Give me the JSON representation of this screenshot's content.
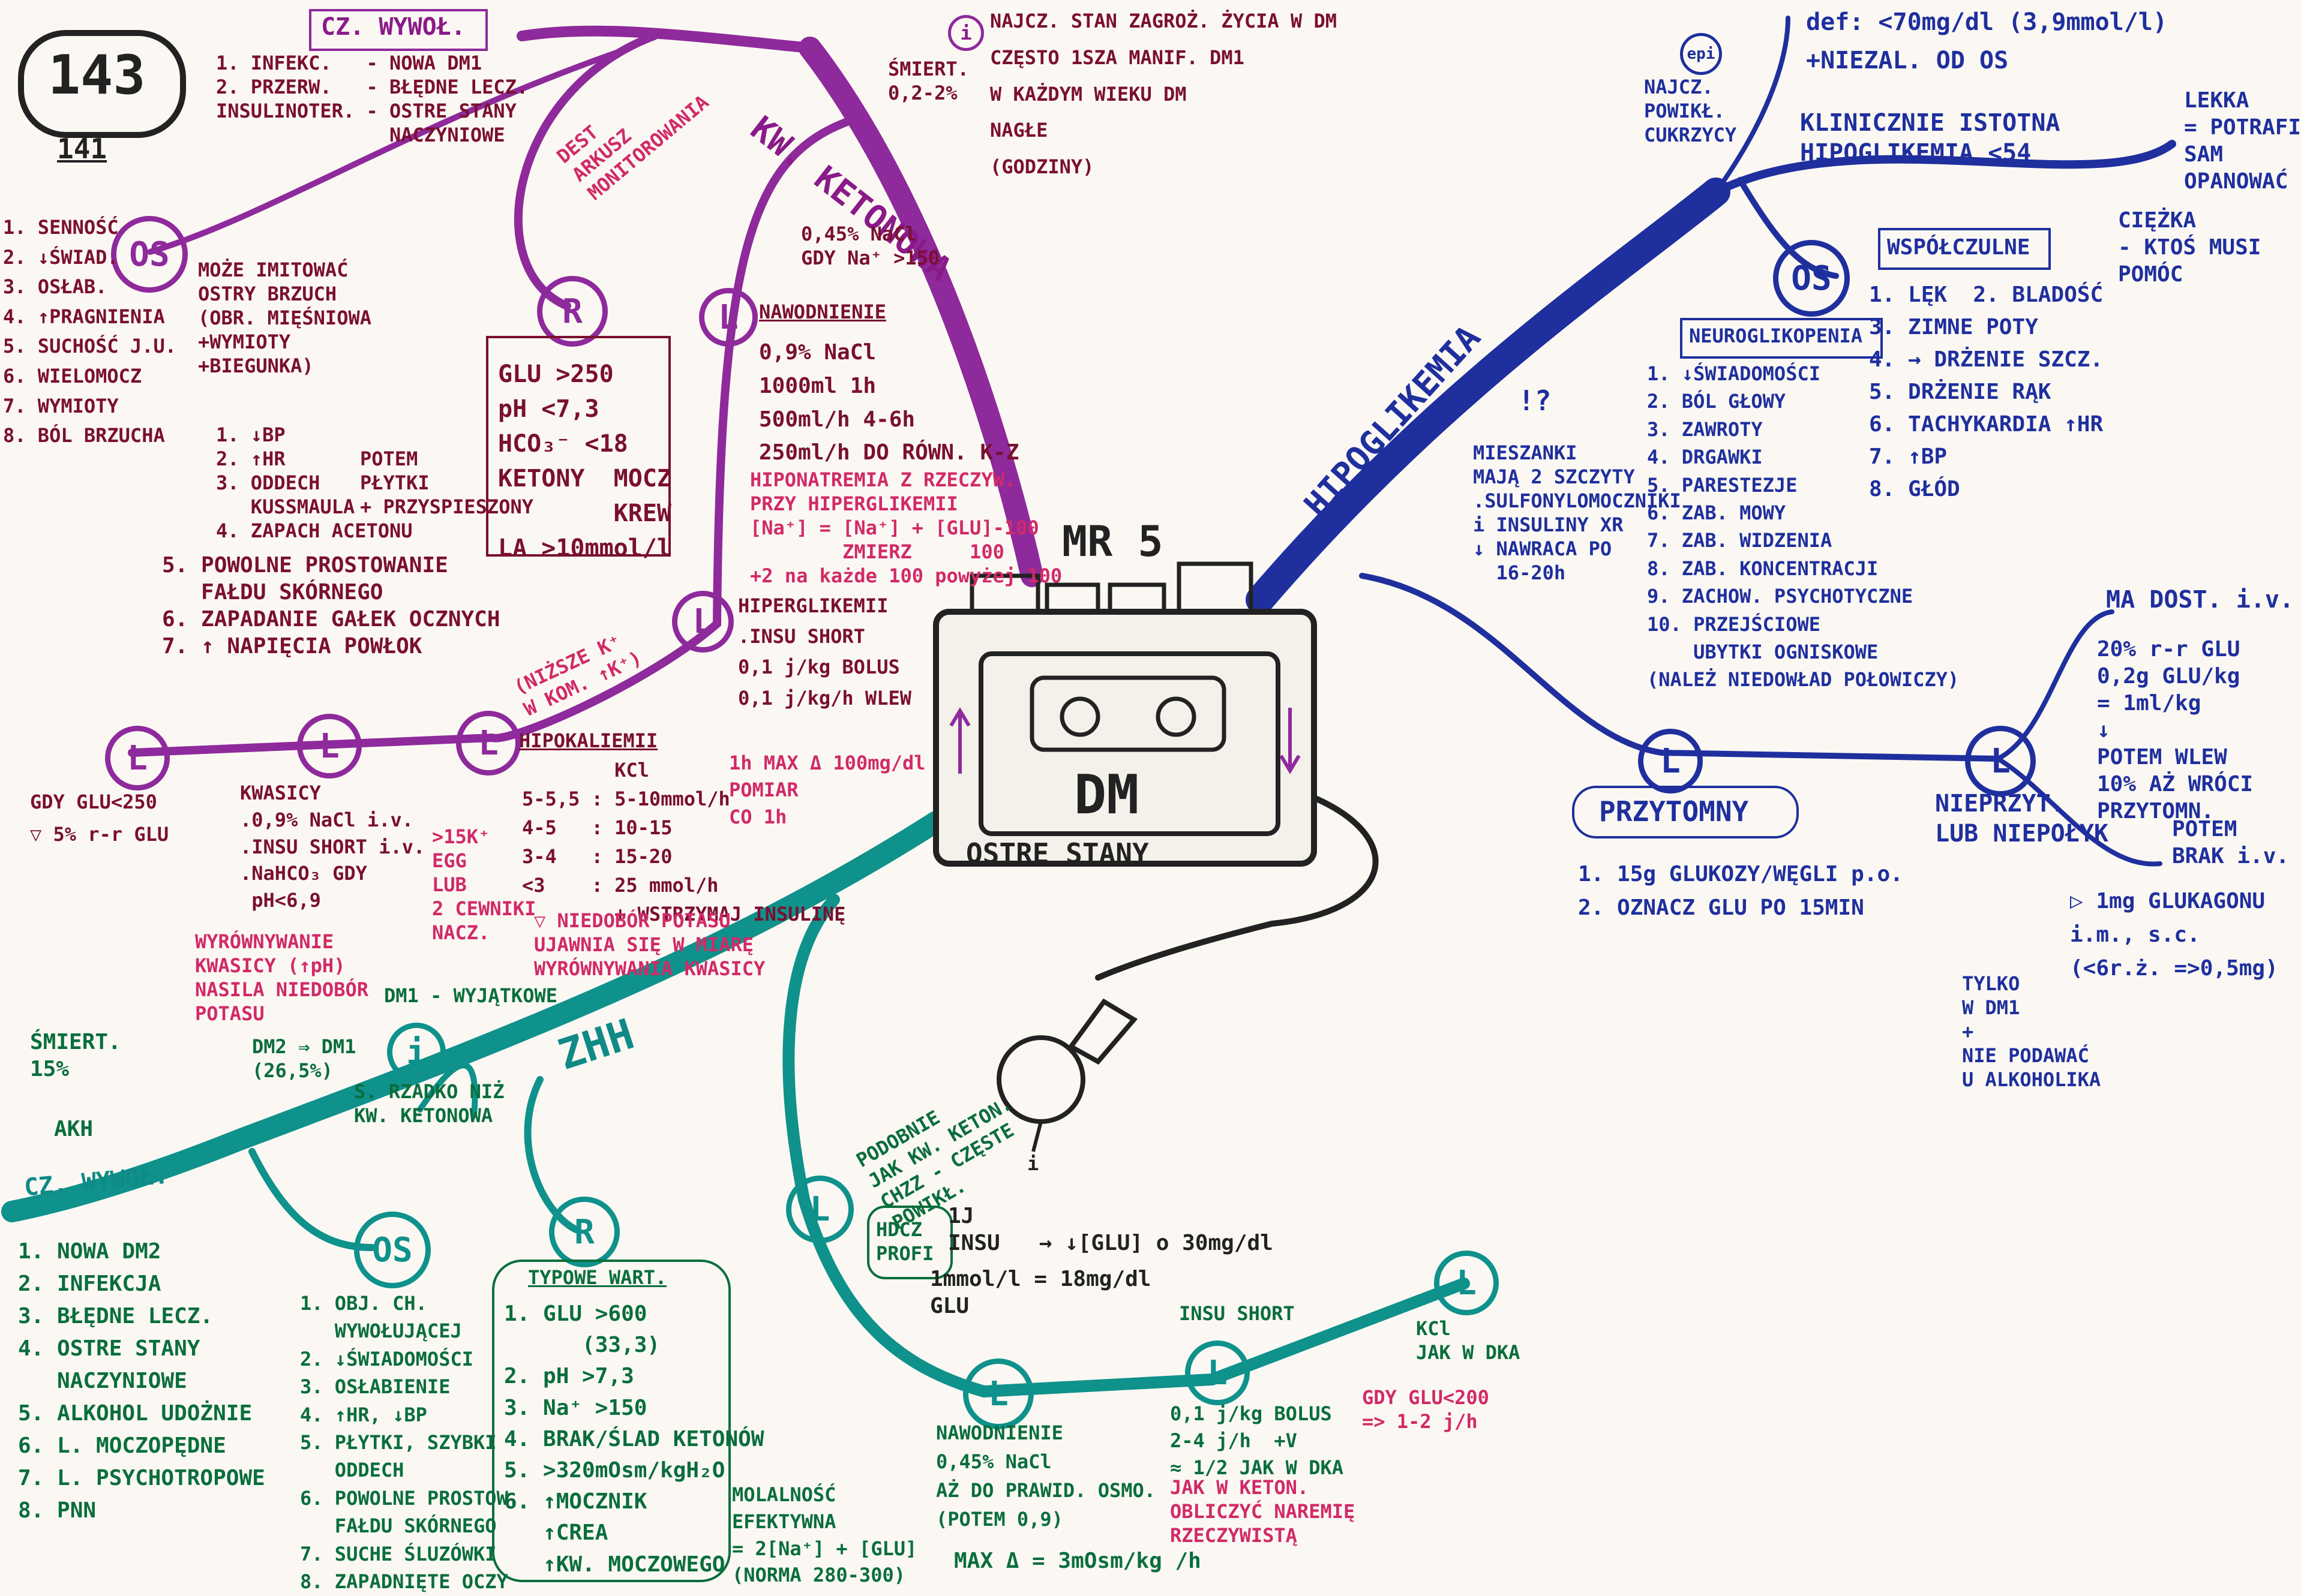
{
  "page_number": {
    "top": "143",
    "bottom": "141"
  },
  "center": {
    "brand": "MR 5",
    "device": "DM",
    "subtitle": "OSTRE STANY"
  },
  "symbols": {
    "L": "L",
    "R": "R",
    "OS": "OS",
    "i": "i",
    "warn": "!?"
  },
  "ketonowa": {
    "title": "KW. KETONOWA",
    "cz_wywol": "CZ. WYWOŁ.",
    "causes": "1. INFEKC.   - NOWA DM1\n2. PRZERW.   - BŁĘDNE LECZ.\nINSULINOTER. - OSTRE STANY\n               NACZYNIOWE",
    "info": "NAJCZ. STAN ZAGROŻ. ŻYCIA W DM\nCZĘSTO 1SZA MANIF. DM1\nW KAŻDYM WIEKU DM\nNAGŁE\n(GODZINY)",
    "death": "ŚMIERT.\n0,2-2%",
    "dest_note": "DEST\nARKUSZ\nMONITOROWANIA",
    "os_symptoms": "1. SENNOŚĆ\n2. ↓ŚWIAD.\n3. OSŁAB.\n4. ↑PRAGNIENIA\n5. SUCHOŚĆ J.U.\n6. WIELOMOCZ\n7. WYMIOTY\n8. BÓL BRZUCHA",
    "os_note": "MOŻE IMITOWAĆ\nOSTRY BRZUCH\n(OBR. MIĘŚNIOWA\n+WYMIOTY\n+BIEGUNKA)",
    "os_more": "1. ↓BP\n2. ↑HR\n3. ODDECH\n   KUSSMAULA\n4. ZAPACH ACETONU",
    "kussmaul_note": "POTEM\nPŁYTKI\n+ PRZYSPIESZONY",
    "os_more2": "5. POWOLNE PROSTOWANIE\n   FAŁDU SKÓRNEGO\n6. ZAPADANIE GAŁEK OCZNYCH\n7. ↑ NAPIĘCIA POWŁOK",
    "r_box": "GLU >250\npH <7,3\nHCO₃⁻ <18\nKETONY  MOCZ\n        KREW\nLA >10mmol/l",
    "nawodnienie": "NAWODNIENIE",
    "naw_top": "0,45% NaCl\nGDY Na⁺ >150",
    "naw_details": "0,9% NaCl\n1000ml 1h\n500ml/h 4-6h\n250ml/h DO RÓWN. K-Z",
    "hypona": "HIPONATREMIA Z RZECZYW.\nPRZY HIPERGLIKEMII\n[Na⁺] = [Na⁺] + [GLU]-100\n        ZMIERZ     100\n+2 na każde 100 powyżej 100",
    "hiperglik": "HIPERGLIKEMII\n.INSU SHORT\n0,1 j/kg BOLUS\n0,1 j/kg/h WLEW",
    "hiperglik_max": "1h MAX Δ 100mg/dl\nPOMIAR\nCO 1h",
    "hipokaliemii": "HIPOKALIEMII",
    "kcl_table": "        KCl\n5-5,5 : 5-10mmol/h\n4-5   : 10-15\n3-4   : 15-20\n<3    : 25 mmol/h\n        + WSTRZYMAJ INSULINĘ",
    "hipok_note": ">15K⁺\nEGG\nLUB\n2 CEWNIKI\nNACZ.",
    "k_warning": "▽ NIEDOBÓR POTASU\nUJAWNIA SIĘ W MIARĘ\nWYRÓWNYWANIA KWASICY",
    "kwasicy": "KWASICY\n.0,9% NaCl i.v.\n.INSU SHORT i.v.\n.NaHCO₃ GDY\n pH<6,9",
    "kwasicy_note": "WYRÓWNYWANIE\nKWASICY (↑pH)\nNASILA NIEDOBÓR\nPOTASU",
    "glu_lt": "GDY GLU<250\n▽ 5% r-r GLU",
    "lower_k": "(NIŻSZE K⁺\nW KOM. ↑K⁺)"
  },
  "hipoglikemia": {
    "title": "HIPOGLIKEMIA",
    "def": "def: <70mg/dl (3,9mmol/l)\n+NIEZAL. OD OS",
    "epi": "NAJCZ.\nPOWIKŁ.\nCUKRZYCY",
    "clinical": "KLINICZNIE ISTOTNA\nHIPOGLIKEMIA <54",
    "lekka": "LEKKA\n= POTRAFI\nSAM\nOPANOWAĆ",
    "ciezka": "CIĘŻKA\n- KTOŚ MUSI\nPOMÓC",
    "wspolczulne_title": "WSPÓŁCZULNE",
    "wspolczulne": "1. LĘK  2. BLADOŚĆ\n3. ZIMNE POTY\n4. → DRŻENIE SZCZ.\n5. DRŻENIE RĄK\n6. TACHYKARDIA ↑HR\n7. ↑BP\n8. GŁÓD",
    "neuro_title": "NEUROGLIKOPENIA",
    "neuro": "1. ↓ŚWIADOMOŚCI\n2. BÓL GŁOWY\n3. ZAWROTY\n4. DRGAWKI\n5. PARESTEZJE\n6. ZAB. MOWY\n7. ZAB. WIDZENIA\n8. ZAB. KONCENTRACJI\n9. ZACHOW. PSYCHOTYCZNE\n10. PRZEJŚCIOWE\n    UBYTKI OGNISKOWE\n(NALEŻ NIEDOWŁAD POŁOWICZY)",
    "mieszanki": "MIESZANKI\nMAJĄ 2 SZCZYTY\n.SULFONYLOMOCZNIKI\ni INSULINY XR\n↓ NAWRACA PO\n  16-20h",
    "przytomny": "PRZYTOMNY",
    "przytomny_steps": "1. 15g GLUKOZY/WĘGLI p.o.\n2. OZNACZ GLU PO 15MIN",
    "nieprzyt": "NIEPRZYT.\nLUB NIEPOŁYK",
    "ma_dost": "MA DOST. i.v.",
    "ma_dost_detail": "20% r-r GLU\n0,2g GLU/kg\n= 1ml/kg\n↓\nPOTEM WLEW\n10% AŻ WRÓCI\nPRZYTOMN.",
    "brak": "POTEM\nBRAK i.v.",
    "glukagon": "▷ 1mg GLUKAGONU\ni.m., s.c.\n(<6r.ż. =>0,5mg)",
    "glukagon_note": "TYLKO\nW DM1\n+\nNIE PODAWAĆ\nU ALKOHOLIKA"
  },
  "zhh": {
    "title": "ZHH",
    "death": "ŚMIERT.\n15%",
    "akh": "AKH",
    "dm2": "DM2 ⇒ DM1\n(26,5%)",
    "dm1_note": "DM1 - WYJĄTKOWE",
    "rare": "S. RZADKO NIŻ\nKW. KETONOWA",
    "cz_wywol": "CZ. WYWOŁ.",
    "causes": "1. NOWA DM2\n2. INFEKCJA\n3. BŁĘDNE LECZ.\n4. OSTRE STANY\n   NACZYNIOWE\n5. ALKOHOL UDOŻNIE\n6. L. MOCZOPĘDNE\n7. L. PSYCHOTROPOWE\n8. PNN",
    "os": "1. OBJ. CH.\n   WYWOŁUJĄCEJ\n2. ↓ŚWIADOMOŚCI\n3. OSŁABIENIE\n4. ↑HR, ↓BP\n5. PŁYTKI, SZYBKI\n   ODDECH\n6. POWOLNE PROSTOW.\n   FAŁDU SKÓRNEGO\n7. SUCHE ŚLUZÓWKI\n8. ZAPADNIĘTE OCZY",
    "r_title": "TYPOWE WART.",
    "r_values": "1. GLU >600\n      (33,3)\n2. pH >7,3\n3. Na⁺ >150\n4. BRAK/ŚLAD KETONÓW\n5. >320mOsm/kgH₂O\n6. ↑MOCZNIK\n   ↑CREA\n   ↑KW. MOCZOWEGO",
    "osm": "MOLALNOŚĆ\nEFEKTYWNA\n= 2[Na⁺] + [GLU]\n(NORMA 280-300)",
    "similar": "PODOBNIE\nJAK KW. KETON.\nCHZZ - CZĘSTE\nPOWIKŁ.",
    "hdcz": "HDCZ\nPROFI",
    "insu_rule": "1J\nINSU   → ↓[GLU] o 30mg/dl",
    "conv": "1mmol/l = 18mg/dl\nGLU",
    "naw": "NAWODNIENIE\n0,45% NaCl\nAŻ DO PRAWID. OSMO.\n(POTEM 0,9)",
    "naw_max": "MAX Δ = 3mOsm/kg /h",
    "insu": "INSU SHORT",
    "insu_detail": "0,1 j/kg BOLUS\n2-4 j/h  +V\n≈ 1/2 JAK W DKA",
    "glu_lt": "GDY GLU<200\n=> 1-2 j/h",
    "ket_note": "JAK W KETON.\nOBLICZYĆ NAREMIĘ\nRZECZYWISTĄ",
    "kcl": "KCl\nJAK W DKA"
  }
}
